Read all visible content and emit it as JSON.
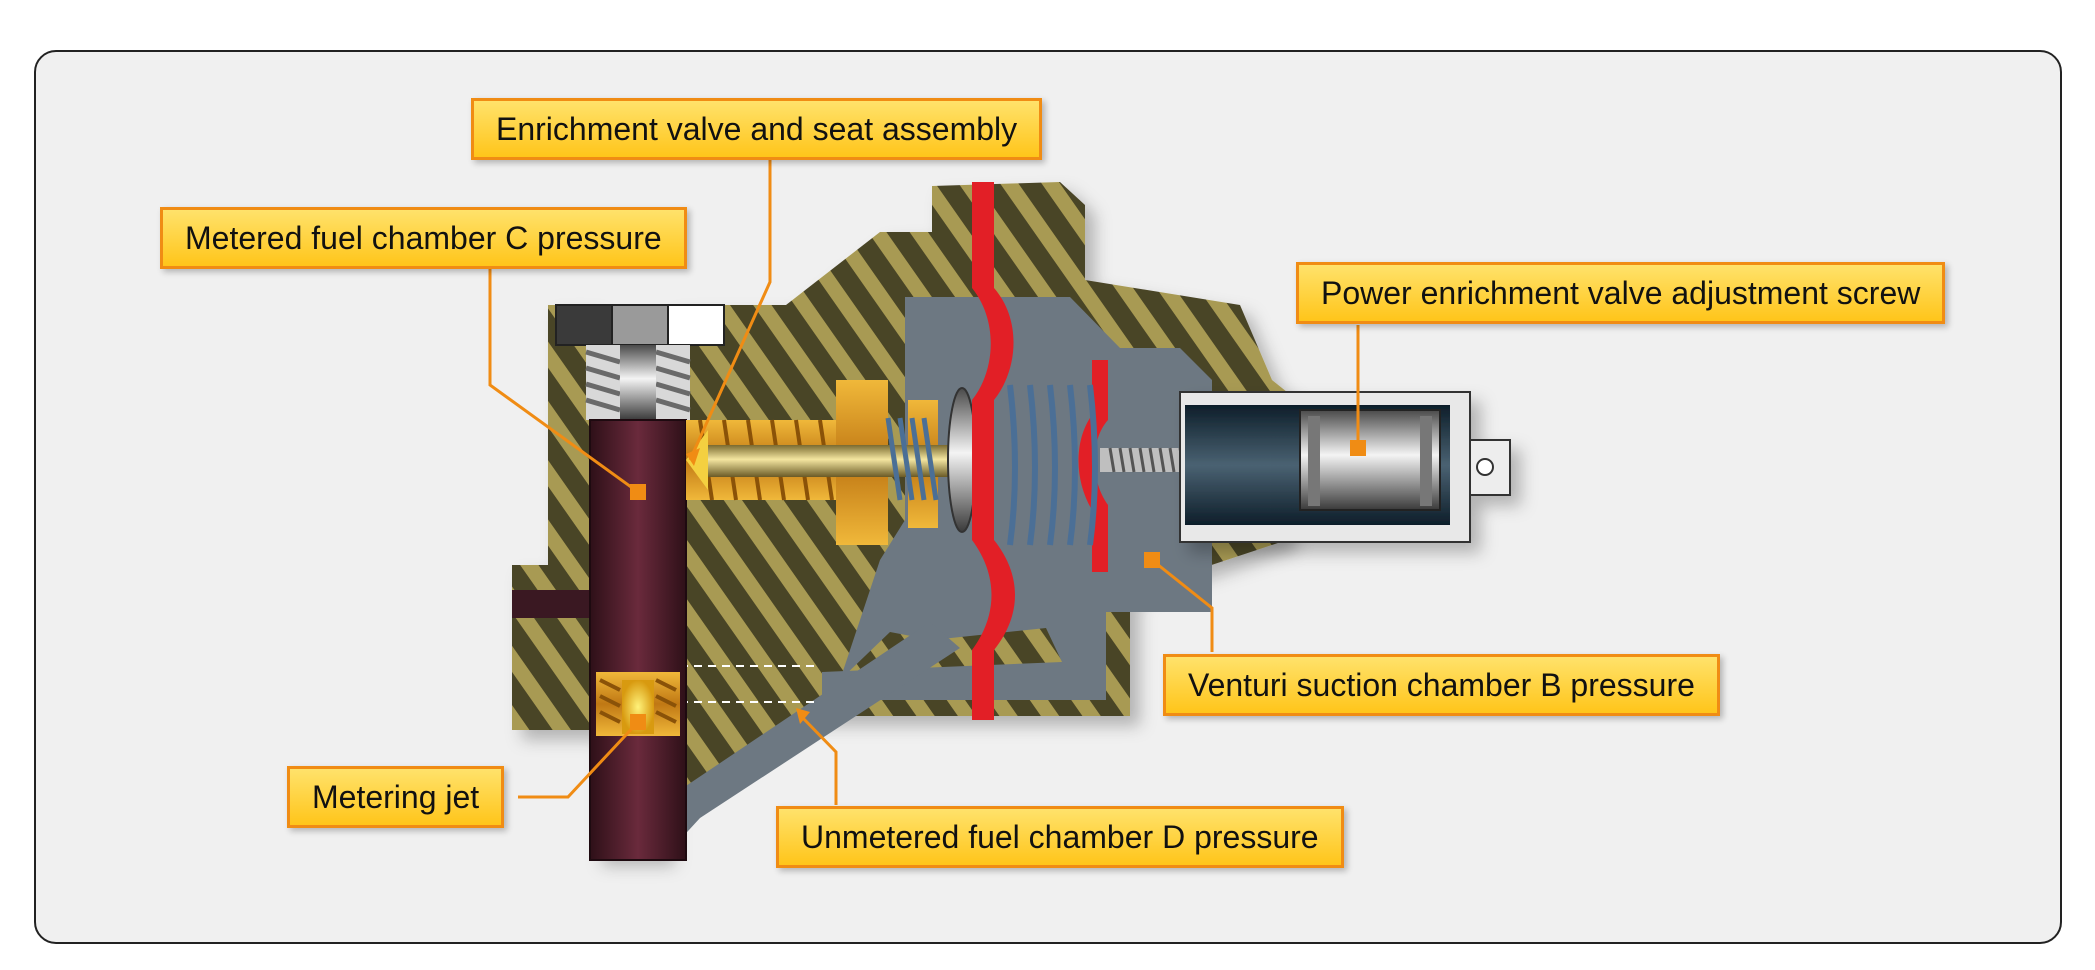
{
  "labels": {
    "enrichment_valve": "Enrichment valve and seat assembly",
    "metered_fuel": "Metered fuel chamber C pressure",
    "power_enrichment_screw": "Power enrichment valve adjustment screw",
    "venturi_suction": "Venturi suction chamber B pressure",
    "metering_jet": "Metering jet",
    "unmetered_fuel": "Unmetered fuel chamber D pressure"
  },
  "colors": {
    "housing": "#4a4426",
    "hatch": "#a89a52",
    "chamber": "#6d7882",
    "diaphragm": "#e21f26",
    "metered_fuel": "#5a2232",
    "brass": "#d8901c",
    "spring": "#4b6f96",
    "callout_fill": "#ffd23a",
    "leader": "#f08c14"
  }
}
